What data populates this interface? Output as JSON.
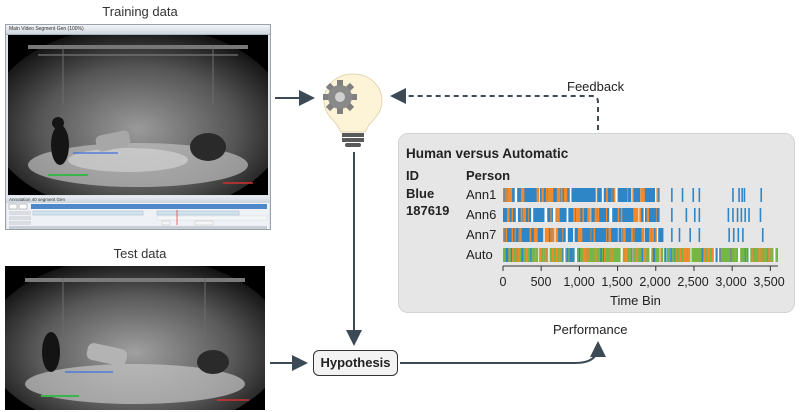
{
  "training": {
    "caption": "Training data",
    "window_title": "Main Video Segment Gen (100%)",
    "annotation_title": "Annotation 40 segment Gen"
  },
  "test": {
    "caption": "Test data"
  },
  "feedback_label": "Feedback",
  "performance_label": "Performance",
  "hypothesis_label": "Hypothesis",
  "colors": {
    "arrow": "#3c4a55",
    "blue": "#2f86c7",
    "orange": "#f08a2c",
    "green": "#74b648",
    "panel_bg": "#e6e6e6"
  },
  "icons": [
    "lightbulb-gear-icon"
  ],
  "chart_data": {
    "type": "heatmap",
    "title": "Human versus Automatic",
    "id_header": "ID",
    "person_header": "Person",
    "id_lines": [
      "Blue",
      "187619"
    ],
    "xlabel": "Time Bin",
    "xlim": [
      0,
      3600
    ],
    "xticks": [
      0,
      500,
      1000,
      1500,
      2000,
      2500,
      3000,
      3500
    ],
    "xtick_labels": [
      "0",
      "500",
      "1,000",
      "1,500",
      "2,000",
      "2,500",
      "3,000",
      "3,500"
    ],
    "series": [
      {
        "name": "Ann1",
        "dense_end": 2050,
        "sparse": [
          2200,
          2340,
          2480,
          2560,
          3000,
          3080,
          3120,
          3150,
          3370
        ]
      },
      {
        "name": "Ann6",
        "dense_end": 2050,
        "sparse": [
          2200,
          2390,
          2500,
          2560,
          2940,
          3000,
          3060,
          3110,
          3160,
          3210,
          3360
        ]
      },
      {
        "name": "Ann7",
        "dense_end": 2100,
        "sparse": [
          2200,
          2300,
          2440,
          2560,
          2950,
          3010,
          3070,
          3130,
          3390
        ]
      },
      {
        "name": "Auto",
        "dense_end": 3600,
        "sparse": []
      }
    ]
  }
}
